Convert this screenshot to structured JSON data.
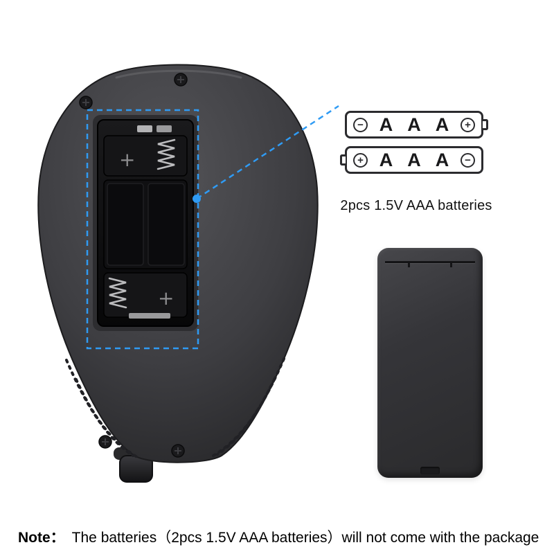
{
  "colors": {
    "accent_blue": "#2f9bf4",
    "device_body": "#3e3e42",
    "cover_body": "#343438",
    "text_dark": "#111111"
  },
  "device": {
    "plus_top": "+",
    "plus_bottom": "+"
  },
  "battery_diagram": {
    "rows": [
      {
        "left_sign": "−",
        "letters": [
          "A",
          "A",
          "A"
        ],
        "right_sign": "+"
      },
      {
        "left_sign": "+",
        "letters": [
          "A",
          "A",
          "A"
        ],
        "right_sign": "−"
      }
    ],
    "caption": "2pcs 1.5V AAA batteries"
  },
  "note": {
    "label": "Note：",
    "text": "The batteries（2pcs 1.5V AAA batteries）will not come with the package"
  }
}
